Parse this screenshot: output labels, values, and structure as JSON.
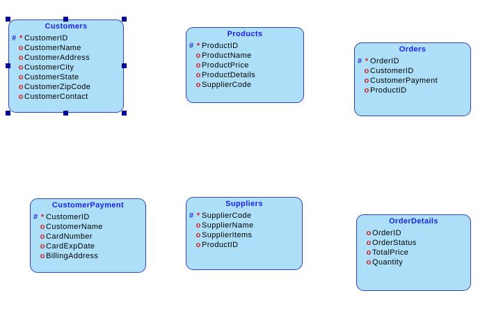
{
  "diagram": {
    "colors": {
      "canvas_background": "#ffffff",
      "entity_fill": "#ade0f8",
      "entity_border": "#3040b8",
      "title_text": "#1c1cf0",
      "pk_hash": "#2828dc",
      "marker_red": "#cc1f26",
      "field_text": "#000000",
      "selection_handle": "#000099"
    },
    "markers": {
      "primary_key_hash": "#",
      "primary_key_star": "*",
      "optional": "o"
    },
    "entities": [
      {
        "title": "Customers",
        "selected": true,
        "fields": [
          {
            "m1": "#",
            "m2": "*",
            "label": "CustomerID"
          },
          {
            "m1": "",
            "m2": "o",
            "label": "CustomerName"
          },
          {
            "m1": "",
            "m2": "o",
            "label": "CustomerAddress"
          },
          {
            "m1": "",
            "m2": "o",
            "label": "CustomerCity"
          },
          {
            "m1": "",
            "m2": "o",
            "label": "CustomerState"
          },
          {
            "m1": "",
            "m2": "o",
            "label": "CustomerZipCode"
          },
          {
            "m1": "",
            "m2": "o",
            "label": "CustomerContact"
          }
        ]
      },
      {
        "title": "Products",
        "selected": false,
        "fields": [
          {
            "m1": "#",
            "m2": "*",
            "label": "ProductID"
          },
          {
            "m1": "",
            "m2": "o",
            "label": "ProductName"
          },
          {
            "m1": "",
            "m2": "o",
            "label": "ProductPrice"
          },
          {
            "m1": "",
            "m2": "o",
            "label": "ProductDetails"
          },
          {
            "m1": "",
            "m2": "o",
            "label": "SupplierCode"
          }
        ]
      },
      {
        "title": "Orders",
        "selected": false,
        "fields": [
          {
            "m1": "#",
            "m2": "*",
            "label": "OrderID"
          },
          {
            "m1": "",
            "m2": "o",
            "label": "CustomerID"
          },
          {
            "m1": "",
            "m2": "o",
            "label": "CustomerPayment"
          },
          {
            "m1": "",
            "m2": "o",
            "label": "ProductID"
          }
        ]
      },
      {
        "title": "CustomerPayment",
        "selected": false,
        "fields": [
          {
            "m1": "#",
            "m2": "*",
            "label": "CustomerID"
          },
          {
            "m1": "",
            "m2": "o",
            "label": "CustomerName"
          },
          {
            "m1": "",
            "m2": "o",
            "label": "CardNumber"
          },
          {
            "m1": "",
            "m2": "o",
            "label": "CardExpDate"
          },
          {
            "m1": "",
            "m2": "o",
            "label": "BillingAddress"
          }
        ]
      },
      {
        "title": "Suppliers",
        "selected": false,
        "fields": [
          {
            "m1": "#",
            "m2": "*",
            "label": "SupplierCode"
          },
          {
            "m1": "",
            "m2": "o",
            "label": "SupplierName"
          },
          {
            "m1": "",
            "m2": "o",
            "label": "SupplierItems"
          },
          {
            "m1": "",
            "m2": "o",
            "label": "ProductID"
          }
        ]
      },
      {
        "title": "OrderDetails",
        "selected": false,
        "fields": [
          {
            "m1": "",
            "m2": "o",
            "label": "OrderID"
          },
          {
            "m1": "",
            "m2": "o",
            "label": "OrderStatus"
          },
          {
            "m1": "",
            "m2": "o",
            "label": "TotalPrice"
          },
          {
            "m1": "",
            "m2": "o",
            "label": "Quantity"
          }
        ]
      }
    ]
  }
}
